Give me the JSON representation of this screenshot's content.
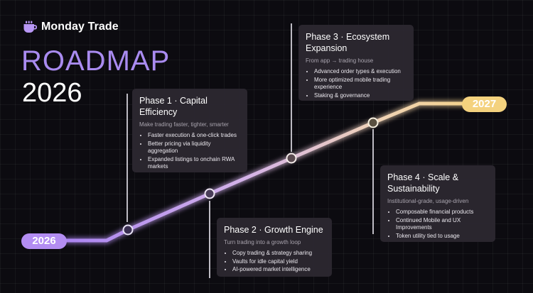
{
  "brand": {
    "name": "Monday Trade",
    "icon": "cup-icon"
  },
  "title": {
    "line1": "ROADMAP",
    "line2": "2026"
  },
  "timeline": {
    "start_label": "2026",
    "end_label": "2027"
  },
  "phases": [
    {
      "title": "Phase 1 · Capital Efficiency",
      "subtitle": "Make trading faster, tighter, smarter",
      "items": [
        "Faster execution & one-click trades",
        "Better pricing via liquidity aggregation",
        "Expanded listings to onchain RWA markets"
      ]
    },
    {
      "title": "Phase 2 · Growth Engine",
      "subtitle": "Turn trading into a growth loop",
      "items": [
        "Copy trading & strategy sharing",
        "Vaults for idle capital yield",
        "AI-powered market intelligence"
      ]
    },
    {
      "title": "Phase 3 · Ecosystem Expansion",
      "subtitle": "From app → trading house",
      "items": [
        "Advanced order types & execution",
        "More optimized mobile trading experience",
        "Staking & governance"
      ]
    },
    {
      "title": "Phase 4 · Scale & Sustainability",
      "subtitle": "Institutional-grade, usage-driven",
      "items": [
        "Composable financial products",
        "Continued Mobile and UX Improvements",
        "Token utility tied to usage"
      ]
    }
  ],
  "colors": {
    "accent_purple": "#a98bf0",
    "accent_gold": "#f4d27e",
    "card_bg": "#2c2830",
    "background": "#0c0b10"
  }
}
